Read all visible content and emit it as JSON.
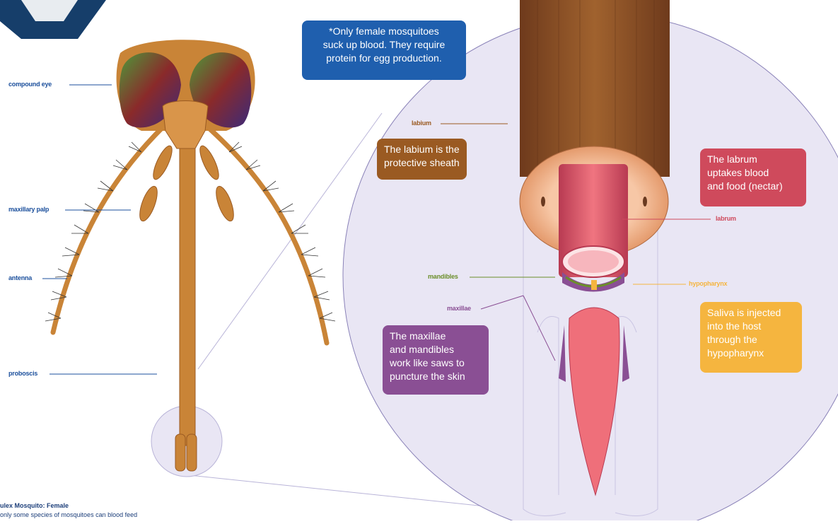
{
  "colors": {
    "label_blue": "#1b4f9c",
    "note_blue": "#1f5fae",
    "labium_brown": "#9a5a22",
    "labrum_red": "#cf4a5c",
    "maxillae_purple": "#8a4f94",
    "hypopharynx_yellow": "#f5b53f",
    "mandibles_green": "#6b8e2a",
    "body_brown": "#c98437"
  },
  "left_labels": {
    "compound_eye": "compound eye",
    "maxillary_palp": "maxillary palp",
    "antenna": "antenna",
    "proboscis": "proboscis"
  },
  "right_labels": {
    "labium": "labium",
    "labrum": "labrum",
    "mandibles": "mandibles",
    "hypopharynx": "hypopharynx",
    "maxillae": "maxillae"
  },
  "notes": {
    "female": "*Only female mosquitoes\nsuck up blood. They require\nprotein for egg production.",
    "labium": "The labium is the\nprotective sheath",
    "labrum": "The labrum\nuptakes blood\nand food (nectar)",
    "maxillae": "The maxillae\nand mandibles\nwork like saws to\npuncture the skin",
    "hypopharynx": "Saliva is injected\ninto the host\nthrough the\nhypopharynx"
  },
  "captions": {
    "line1": "ulex Mosquito: Female",
    "line2": "only some species of mosquitoes can blood feed"
  }
}
